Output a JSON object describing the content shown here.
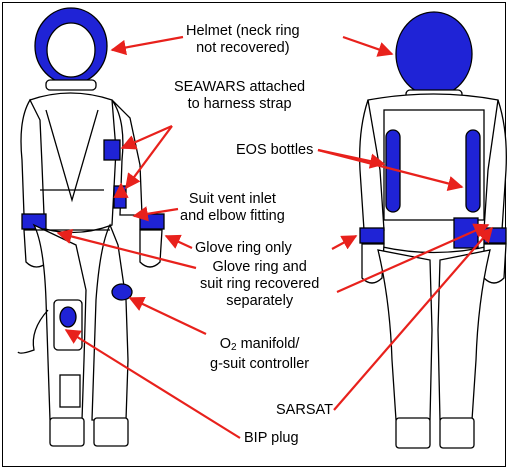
{
  "colors": {
    "callout": "#e8211c",
    "highlight": "#1f23d6",
    "line": "#000000"
  },
  "labels": {
    "helmet": [
      "Helmet (neck ring",
      "not recovered)"
    ],
    "seawars": [
      "SEAWARS attached",
      "to harness strap"
    ],
    "eos": "EOS bottles",
    "vent": [
      "Suit vent inlet",
      "and elbow fitting"
    ],
    "glove_only": "Glove ring only",
    "glove_suit": [
      "Glove ring and",
      "suit ring recovered",
      "separately"
    ],
    "o2": {
      "prefix": "O",
      "sub": "2",
      "rest": " manifold/",
      "line2": "g-suit controller"
    },
    "sarsat": "SARSAT",
    "bip": "BIP plug"
  }
}
